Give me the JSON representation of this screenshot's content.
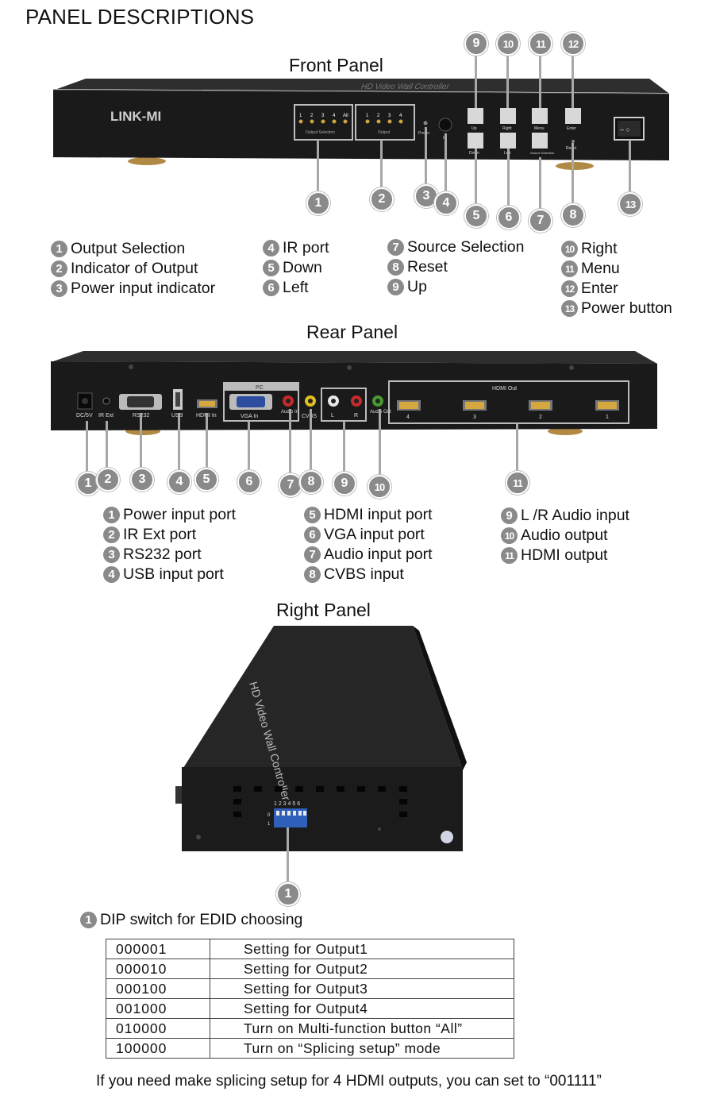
{
  "title": "PANEL DESCRIPTIONS",
  "front": {
    "heading": "Front Panel",
    "device": {
      "brand": "LINK-MI",
      "top_label": "HD Video Wall Controller",
      "led_labels": [
        "1",
        "2",
        "3",
        "4",
        "All"
      ],
      "output_selection_label": "Output Selection",
      "output_led_labels": [
        "1",
        "2",
        "3",
        "4"
      ],
      "output_label": "Output",
      "power_label": "Power",
      "ir_label": "IR",
      "btn_up": "Up",
      "btn_right": "Right",
      "btn_menu": "Menu",
      "btn_enter": "Enter",
      "btn_down": "Down",
      "btn_left": "Left",
      "btn_source": "Source Selection",
      "btn_reset": "Reset"
    },
    "callouts": [
      "1",
      "2",
      "3",
      "4",
      "5",
      "6",
      "7",
      "8",
      "9",
      "10",
      "11",
      "12",
      "13"
    ],
    "legend": [
      {
        "n": "1",
        "label": "Output Selection"
      },
      {
        "n": "2",
        "label": "Indicator of Output"
      },
      {
        "n": "3",
        "label": "Power input indicator"
      },
      {
        "n": "4",
        "label": "IR port"
      },
      {
        "n": "5",
        "label": "Down"
      },
      {
        "n": "6",
        "label": "Left"
      },
      {
        "n": "7",
        "label": "Source Selection"
      },
      {
        "n": "8",
        "label": "Reset"
      },
      {
        "n": "9",
        "label": "Up"
      },
      {
        "n": "10",
        "label": "Right"
      },
      {
        "n": "11",
        "label": "Menu"
      },
      {
        "n": "12",
        "label": "Enter"
      },
      {
        "n": "13",
        "label": "Power button"
      }
    ]
  },
  "rear": {
    "heading": "Rear Panel",
    "device": {
      "dc": "DC/5V",
      "irext": "IR Ext",
      "rs232": "RS232",
      "usb": "USB",
      "hdmi_in": "HDMI In",
      "pc": "PC",
      "vga_in": "VGA In",
      "audio_in": "Audio In",
      "cvbs": "CVBS",
      "l": "L",
      "r": "R",
      "audio_out": "Audio Out",
      "hdmi_out": "HDMI Out",
      "hdmi_out_ports": [
        "4",
        "3",
        "2",
        "1"
      ]
    },
    "callouts": [
      "1",
      "2",
      "3",
      "4",
      "5",
      "6",
      "7",
      "8",
      "9",
      "10",
      "11"
    ],
    "legend": [
      {
        "n": "1",
        "label": "Power input port"
      },
      {
        "n": "2",
        "label": "IR Ext port"
      },
      {
        "n": "3",
        "label": "RS232 port"
      },
      {
        "n": "4",
        "label": "USB input port"
      },
      {
        "n": "5",
        "label": "HDMI input port"
      },
      {
        "n": "6",
        "label": "VGA input port"
      },
      {
        "n": "7",
        "label": "Audio input port"
      },
      {
        "n": "8",
        "label": "CVBS input"
      },
      {
        "n": "9",
        "label": "L /R Audio input"
      },
      {
        "n": "10",
        "label": "Audio output"
      },
      {
        "n": "11",
        "label": "HDMI output"
      }
    ]
  },
  "right": {
    "heading": "Right Panel",
    "device": {
      "top_label": "HD Video Wall Controller",
      "dip_numbers": "1 2 3 4 5 6",
      "dip_zero": "0",
      "dip_one": "1"
    },
    "callout": "1",
    "legend": {
      "n": "1",
      "label": "DIP switch for EDID choosing"
    },
    "table": [
      {
        "code": "000001",
        "desc": "Setting for Output1"
      },
      {
        "code": "000010",
        "desc": "Setting for Output2"
      },
      {
        "code": "000100",
        "desc": "Setting for Output3"
      },
      {
        "code": "001000",
        "desc": "Setting for Output4"
      },
      {
        "code": "010000",
        "desc": "Turn on Multi-function button “All”"
      },
      {
        "code": "100000",
        "desc": "Turn on “Splicing setup” mode"
      }
    ],
    "note": "If you need make splicing setup for 4 HDMI outputs, you can set to “001111”"
  },
  "colors": {
    "badge": "#8a8a8a",
    "device": "#1c1c1c",
    "lead": "#a8a8a8"
  }
}
